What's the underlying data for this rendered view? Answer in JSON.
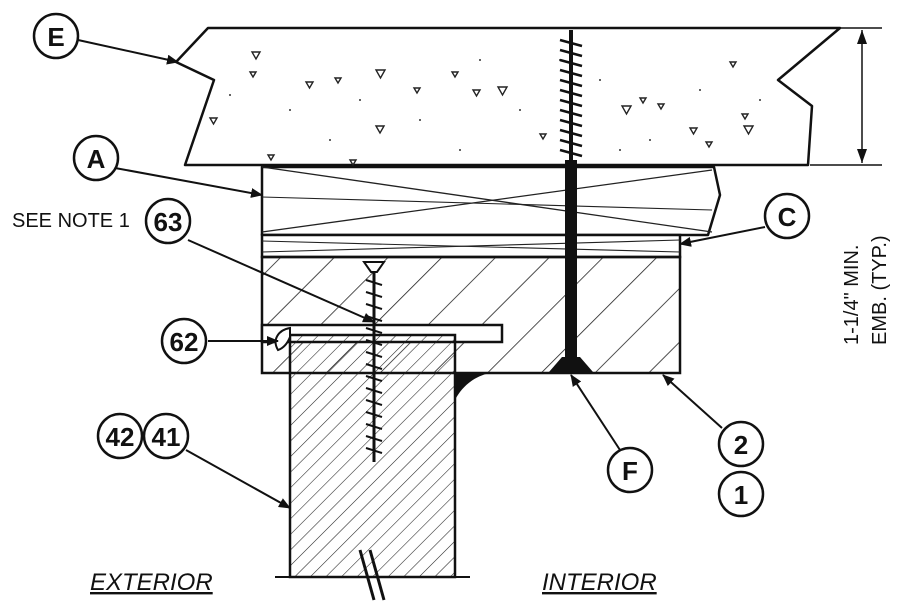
{
  "callouts": {
    "e": "E",
    "a": "A",
    "c": "C",
    "f": "F",
    "n63": "63",
    "n62": "62",
    "n42": "42",
    "n41": "41",
    "n2": "2",
    "n1": "1"
  },
  "note": "SEE NOTE 1",
  "dimension": {
    "line1": "1-1/4\" MIN.",
    "line2": "EMB. (TYP.)"
  },
  "labels": {
    "exterior": "EXTERIOR",
    "interior": "INTERIOR"
  }
}
